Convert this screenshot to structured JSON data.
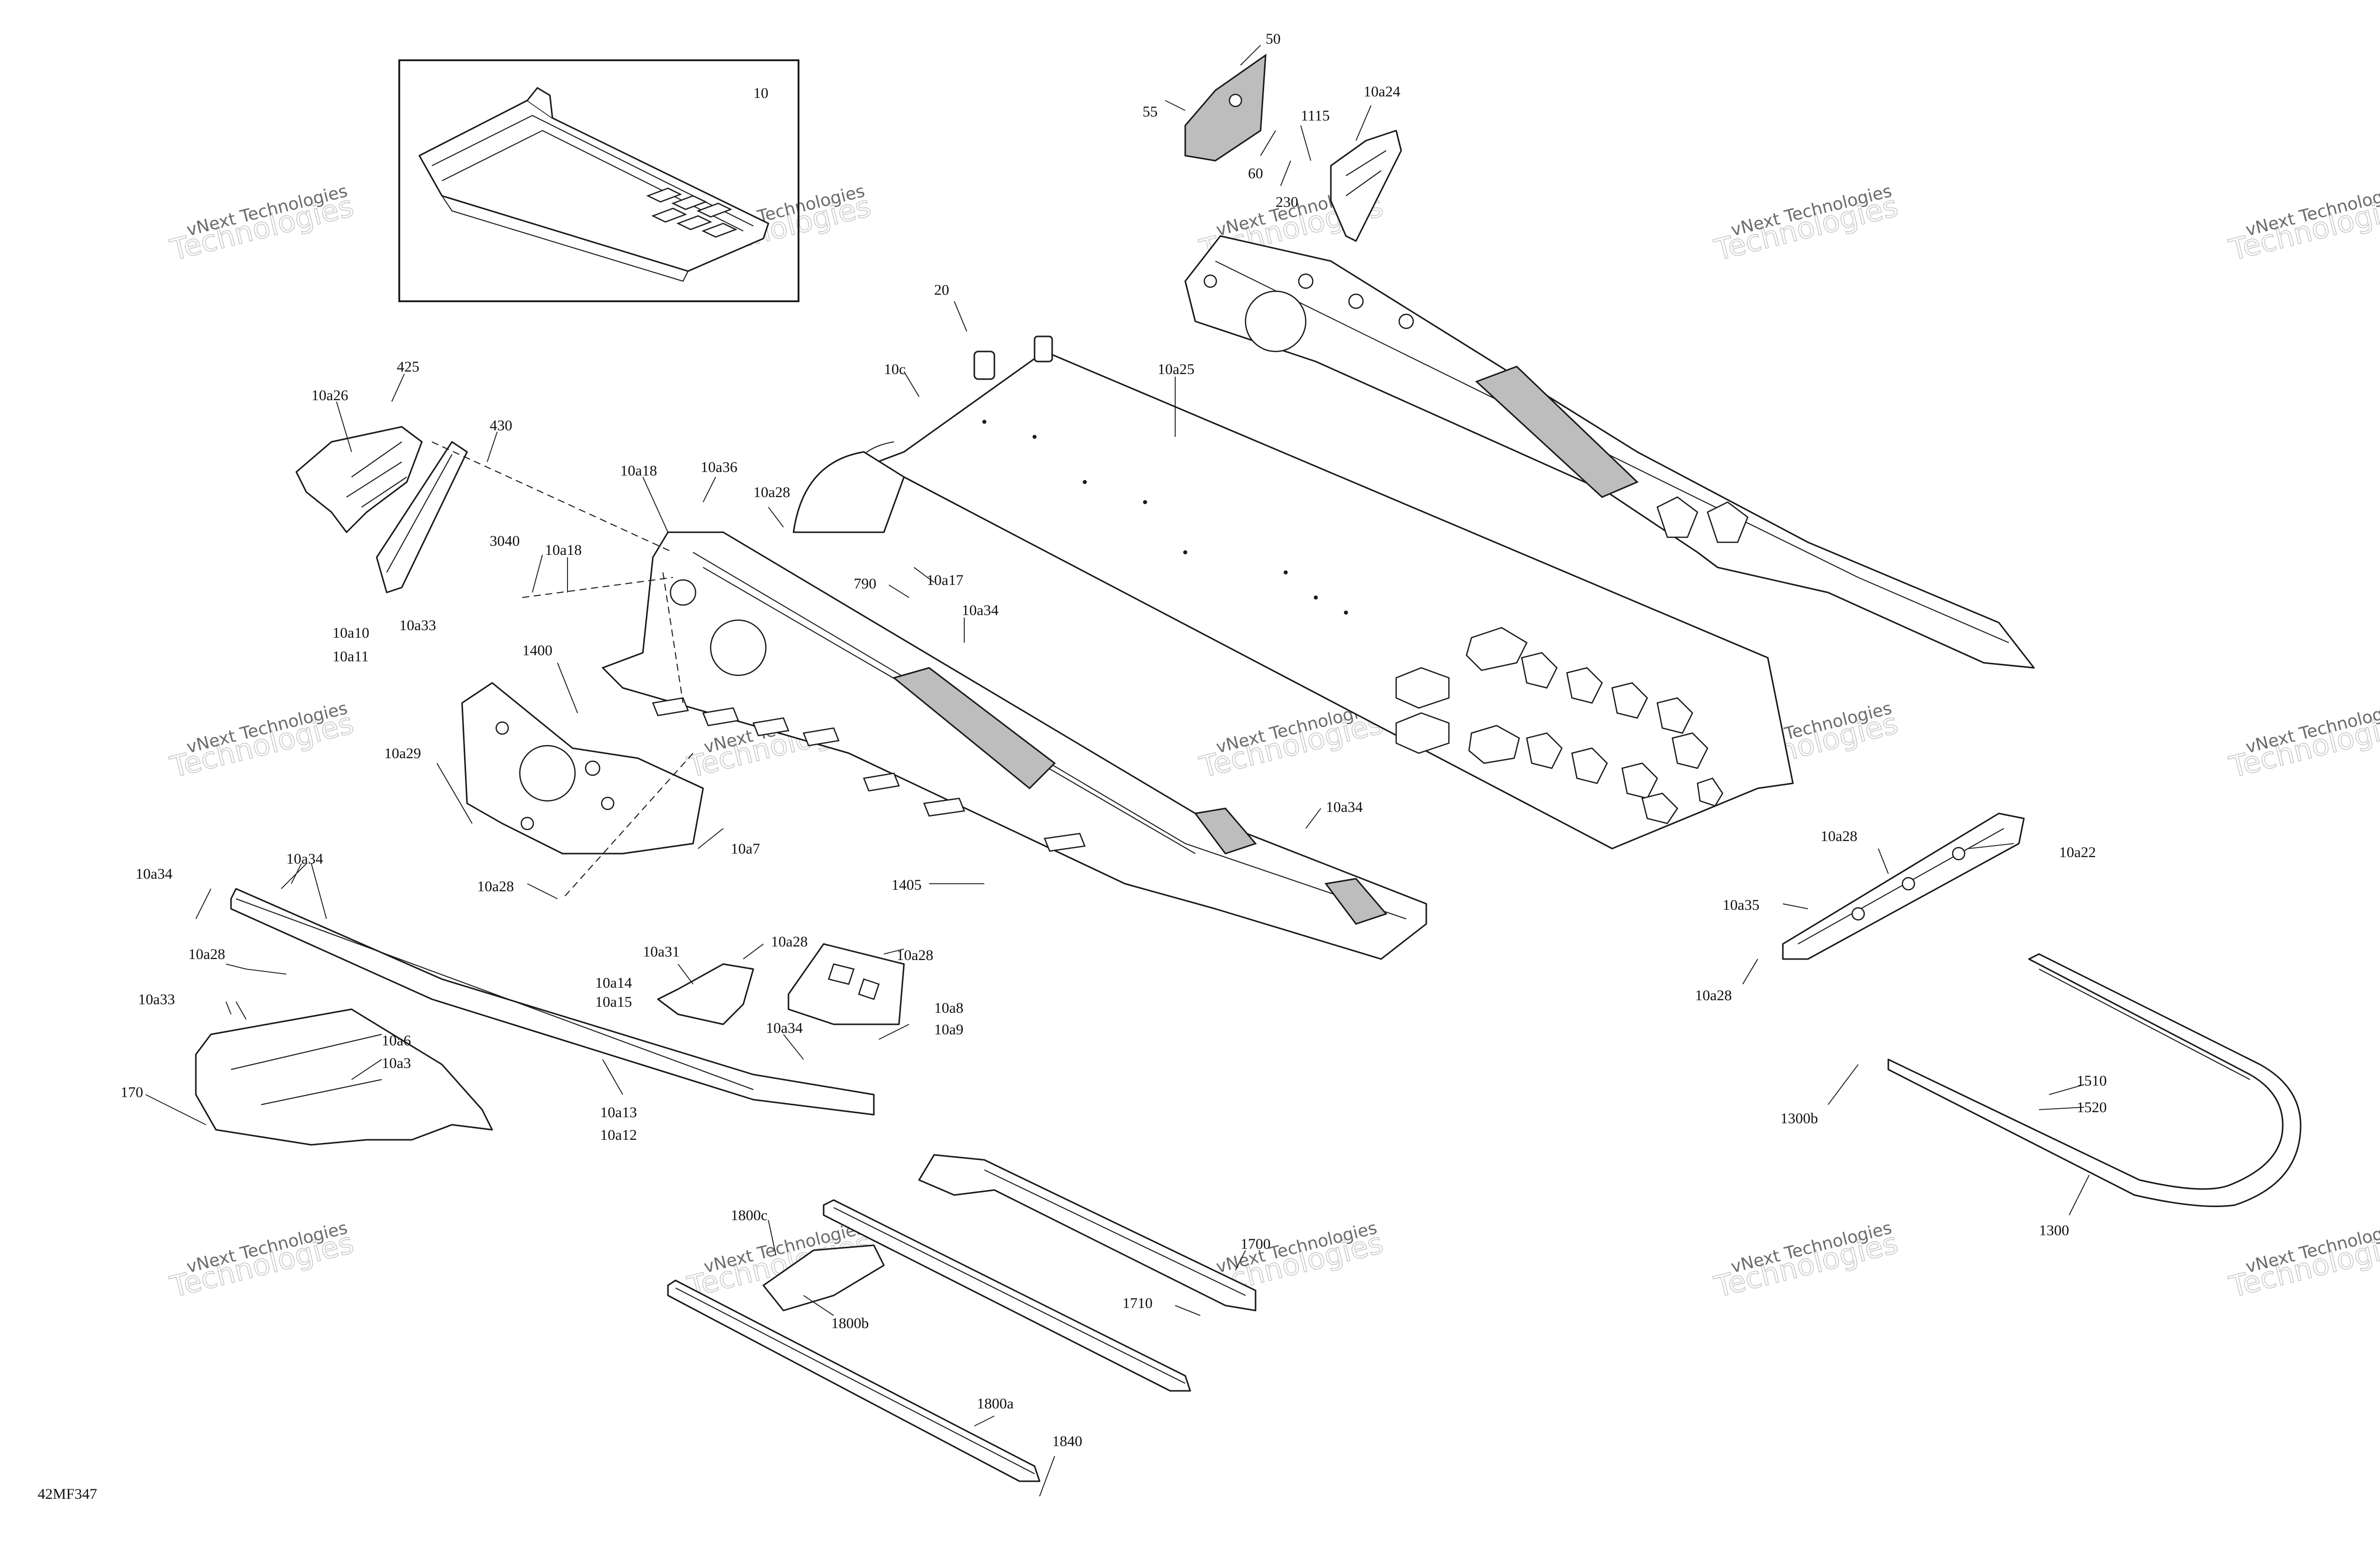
{
  "diagram": {
    "drawing_id": "42MF347",
    "inset_label": "10",
    "watermark": {
      "line1": "vNext Technologies",
      "line2": "Technologies",
      "faint": "vNext"
    },
    "callouts": [
      {
        "id": "c10a26",
        "text": "10a26"
      },
      {
        "id": "c425",
        "text": "425"
      },
      {
        "id": "c430",
        "text": "430"
      },
      {
        "id": "c3040",
        "text": "3040"
      },
      {
        "id": "c10a18a",
        "text": "10a18"
      },
      {
        "id": "c10a18b",
        "text": "10a18"
      },
      {
        "id": "c10a10",
        "text": "10a10"
      },
      {
        "id": "c10a11",
        "text": "10a11"
      },
      {
        "id": "c10a33a",
        "text": "10a33"
      },
      {
        "id": "c10a36",
        "text": "10a36"
      },
      {
        "id": "c10a28a",
        "text": "10a28"
      },
      {
        "id": "c20",
        "text": "20"
      },
      {
        "id": "c10c",
        "text": "10c"
      },
      {
        "id": "c10a25",
        "text": "10a25"
      },
      {
        "id": "c790",
        "text": "790"
      },
      {
        "id": "c10a17",
        "text": "10a17"
      },
      {
        "id": "c10a34a",
        "text": "10a34"
      },
      {
        "id": "c1400",
        "text": "1400"
      },
      {
        "id": "c10a29",
        "text": "10a29"
      },
      {
        "id": "c10a28b",
        "text": "10a28"
      },
      {
        "id": "c10a7",
        "text": "10a7"
      },
      {
        "id": "c1405",
        "text": "1405"
      },
      {
        "id": "c10a34b",
        "text": "10a34"
      },
      {
        "id": "c10a34c",
        "text": "10a34"
      },
      {
        "id": "c10a34d",
        "text": "10a34"
      },
      {
        "id": "c10a28c",
        "text": "10a28"
      },
      {
        "id": "c10a33b",
        "text": "10a33"
      },
      {
        "id": "c10a6",
        "text": "10a6"
      },
      {
        "id": "c10a3",
        "text": "10a3"
      },
      {
        "id": "c170",
        "text": "170"
      },
      {
        "id": "c10a13",
        "text": "10a13"
      },
      {
        "id": "c10a12",
        "text": "10a12"
      },
      {
        "id": "c10a31",
        "text": "10a31"
      },
      {
        "id": "c10a14",
        "text": "10a14"
      },
      {
        "id": "c10a15",
        "text": "10a15"
      },
      {
        "id": "c10a28d",
        "text": "10a28"
      },
      {
        "id": "c10a28e",
        "text": "10a28"
      },
      {
        "id": "c10a8",
        "text": "10a8"
      },
      {
        "id": "c10a9",
        "text": "10a9"
      },
      {
        "id": "c10a34e",
        "text": "10a34"
      },
      {
        "id": "c50",
        "text": "50"
      },
      {
        "id": "c55",
        "text": "55"
      },
      {
        "id": "c60",
        "text": "60"
      },
      {
        "id": "c1115",
        "text": "1115"
      },
      {
        "id": "c230",
        "text": "230"
      },
      {
        "id": "c10a24",
        "text": "10a24"
      },
      {
        "id": "c10a28f",
        "text": "10a28"
      },
      {
        "id": "c10a22",
        "text": "10a22"
      },
      {
        "id": "c10a35",
        "text": "10a35"
      },
      {
        "id": "c10a28g",
        "text": "10a28"
      },
      {
        "id": "c1510",
        "text": "1510"
      },
      {
        "id": "c1520",
        "text": "1520"
      },
      {
        "id": "c1300b",
        "text": "1300b"
      },
      {
        "id": "c1300",
        "text": "1300"
      },
      {
        "id": "c1800c",
        "text": "1800c"
      },
      {
        "id": "c1800b",
        "text": "1800b"
      },
      {
        "id": "c1700",
        "text": "1700"
      },
      {
        "id": "c1710",
        "text": "1710"
      },
      {
        "id": "c1800a",
        "text": "1800a"
      },
      {
        "id": "c1840",
        "text": "1840"
      }
    ]
  }
}
